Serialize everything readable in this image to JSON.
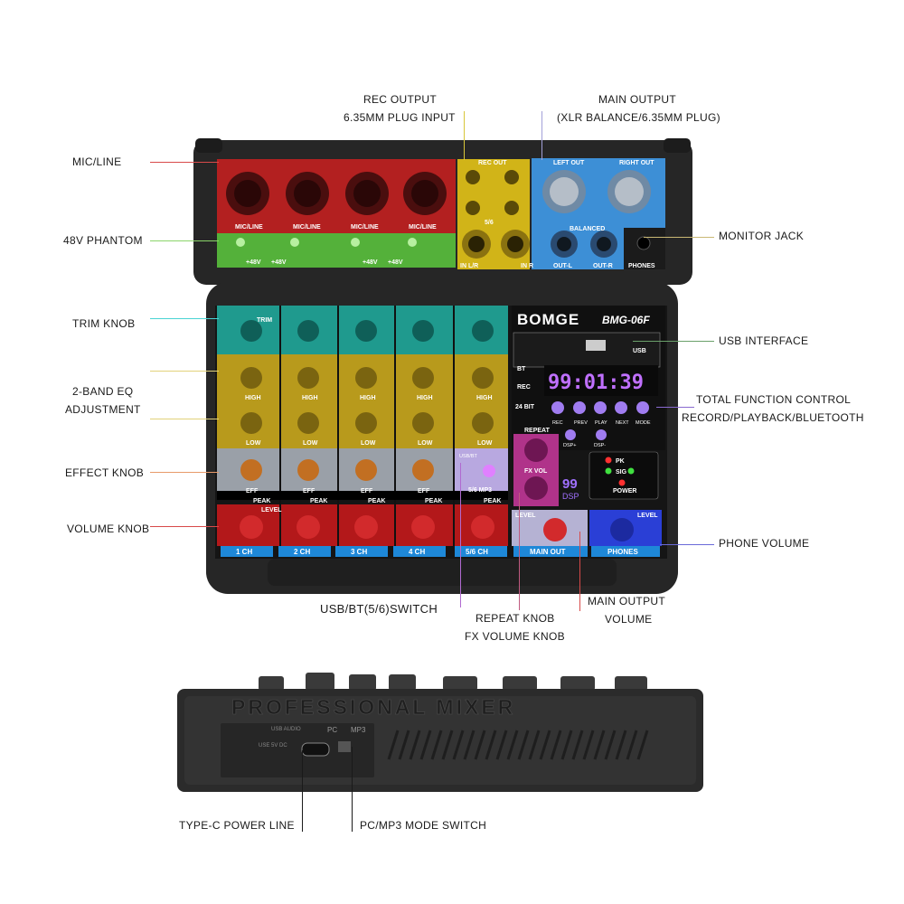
{
  "callouts": {
    "rec_output_l1": "REC OUTPUT",
    "rec_output_l2": "6.35MM PLUG INPUT",
    "main_output_l1": "MAIN OUTPUT",
    "main_output_l2": "(XLR BALANCE/6.35MM PLUG)",
    "mic_line": "MIC/LINE",
    "phantom": "48V PHANTOM",
    "monitor_jack": "MONITOR JACK",
    "trim_knob": "TRIM KNOB",
    "usb_interface": "USB INTERFACE",
    "eq_l1": "2-BAND EQ",
    "eq_l2": "ADJUSTMENT",
    "total_control_l1": "TOTAL FUNCTION CONTROL",
    "total_control_l2": "RECORD/PLAYBACK/BLUETOOTH",
    "effect_knob": "EFFECT KNOB",
    "volume_knob": "VOLUME KNOB",
    "phone_volume": "PHONE VOLUME",
    "usb_bt_switch": "USB/BT(5/6)SWITCH",
    "main_output_volume_l1": "MAIN OUTPUT",
    "main_output_volume_l2": "VOLUME",
    "repeat_knob_l1": "REPEAT KNOB",
    "repeat_knob_l2": "FX VOLUME KNOB",
    "type_c": "TYPE-C POWER LINE",
    "pc_mp3": "PC/MP3 MODE SWITCH"
  },
  "device": {
    "brand": "BOMGE",
    "model": "BMG-06F",
    "side_label": "PROFESSIONAL MIXER",
    "side_usb": "USB AUDIO",
    "side_pc": "PC",
    "side_mp3": "MP3",
    "side_5v": "USE 5V DC",
    "display_digits": "99:01:39",
    "dsp_number": "99",
    "dsp_label": "DSP",
    "rec_out": "REC OUT",
    "left_out": "LEFT OUT",
    "right_out": "RIGHT OUT",
    "balanced": "BALANCED",
    "out_l": "OUT-L",
    "out_r": "OUT-R",
    "phones": "PHONES",
    "in_lr": "IN L/R",
    "in_r": "IN R",
    "ch56": "5/6",
    "mic_line": "MIC/LINE",
    "plus48v": "+48V",
    "trim": "TRIM",
    "high": "HIGH",
    "low": "LOW",
    "eff": "EFF",
    "peak": "PEAK",
    "level": "LEVEL",
    "repeat": "REPEAT",
    "fx_vol": "FX VOL",
    "pk": "PK",
    "sig": "SIG",
    "power": "POWER",
    "bt": "BT",
    "rec": "REC",
    "bit24": "24 BIT",
    "usb": "USB",
    "usb_bt": "USB/BT",
    "mp3_56": "5/6 MP3",
    "channels": [
      "1 CH",
      "2 CH",
      "3 CH",
      "4 CH",
      "5/6 CH"
    ],
    "main_out": "MAIN OUT",
    "phones_strip": "PHONES",
    "buttons": [
      "REC",
      "PREV",
      "PLAY",
      "NEXT",
      "MODE"
    ],
    "dsp_plus": "DSP+",
    "dsp_minus": "DSP-"
  },
  "colors": {
    "input_red": "#b32020",
    "phantom_green": "#54b13a",
    "rec_yellow": "#d1b418",
    "main_blue": "#3d8fd6",
    "trim_teal": "#1f9a8e",
    "eq_olive": "#b89a1c",
    "eff_grey": "#9aa0a8",
    "vol_red": "#b3181a",
    "fx_magenta": "#b0338a",
    "phones_blue": "#2a3fd6"
  }
}
